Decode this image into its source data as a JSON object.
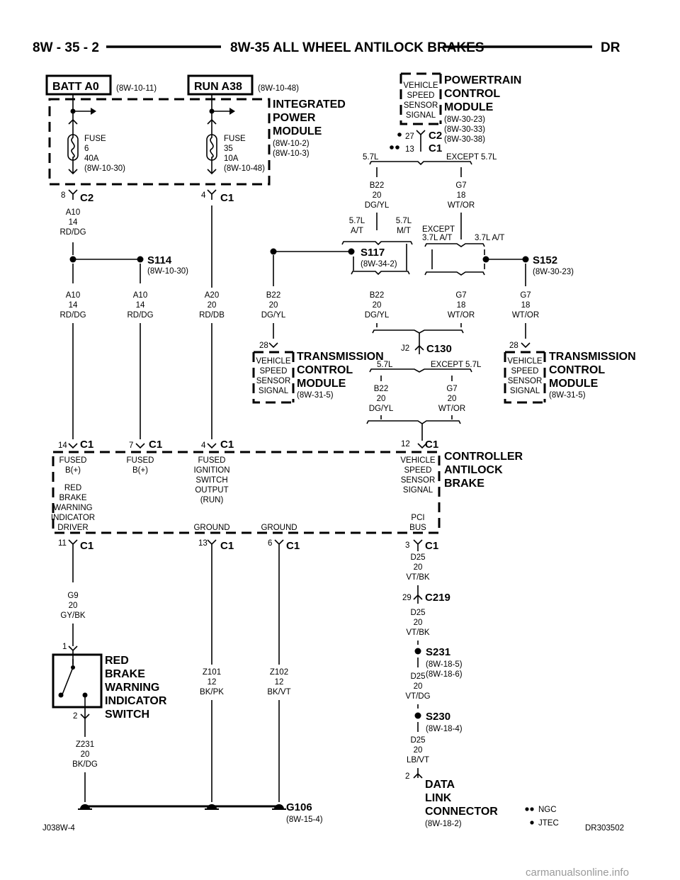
{
  "header": {
    "left": "8W - 35 - 2",
    "title": "8W-35 ALL WHEEL ANTILOCK BRAKES",
    "right": "DR"
  },
  "footer": {
    "left": "J038W-4",
    "right": "DR303502",
    "watermark": "carmanualsonline.info"
  },
  "legend": {
    "ngc": "NGC",
    "jtec": "JTEC"
  },
  "sources": {
    "batt": {
      "label": "BATT A0",
      "ref": "(8W-10-11)"
    },
    "run": {
      "label": "RUN A38",
      "ref": "(8W-10-48)"
    }
  },
  "ipm": {
    "title": [
      "INTEGRATED",
      "POWER",
      "MODULE"
    ],
    "refs": [
      "(8W-10-2)",
      "(8W-10-3)"
    ],
    "fuse6": [
      "FUSE",
      "6",
      "40A",
      "(8W-10-30)"
    ],
    "fuse35": [
      "FUSE",
      "35",
      "10A",
      "(8W-10-48)"
    ],
    "pin8": "8",
    "c2": "C2",
    "pin4": "4",
    "c1": "C1"
  },
  "pcm": {
    "box": [
      "VEHICLE",
      "SPEED",
      "SENSOR",
      "SIGNAL"
    ],
    "title": [
      "POWERTRAIN",
      "CONTROL",
      "MODULE"
    ],
    "refs": [
      "(8W-30-23)",
      "(8W-30-33)",
      "(8W-30-38)"
    ],
    "pin27": "27",
    "pin13": "13",
    "c2": "C2",
    "c1": "C1",
    "split_left": "5.7L",
    "split_right": "EXCEPT 5.7L"
  },
  "wires": {
    "a10_top": [
      "A10",
      "14",
      "RD/DG"
    ],
    "a10_l": [
      "A10",
      "14",
      "RD/DG"
    ],
    "a10_r": [
      "A10",
      "14",
      "RD/DG"
    ],
    "a20": [
      "A20",
      "20",
      "RD/DB"
    ],
    "b22_pcm": [
      "B22",
      "20",
      "DG/YL"
    ],
    "g7_pcm": [
      "G7",
      "18",
      "WT/OR"
    ],
    "b22_left": [
      "B22",
      "20",
      "DG/YL"
    ],
    "b22_mid": [
      "B22",
      "20",
      "DG/YL"
    ],
    "g7_mid": [
      "G7",
      "18",
      "WT/OR"
    ],
    "g7_right": [
      "G7",
      "18",
      "WT/OR"
    ],
    "b22_c130": [
      "B22",
      "20",
      "DG/YL"
    ],
    "g7_c130": [
      "G7",
      "20",
      "WT/OR"
    ],
    "g9": [
      "G9",
      "20",
      "GY/BK"
    ],
    "z101": [
      "Z101",
      "12",
      "BK/PK"
    ],
    "z102": [
      "Z102",
      "12",
      "BK/VT"
    ],
    "z231": [
      "Z231",
      "20",
      "BK/DG"
    ],
    "d25_a": [
      "D25",
      "20",
      "VT/BK"
    ],
    "d25_b": [
      "D25",
      "20",
      "VT/BK"
    ],
    "d25_c": [
      "D25",
      "20",
      "VT/DG"
    ],
    "d25_d": [
      "D25",
      "20",
      "LB/VT"
    ]
  },
  "splices": {
    "s114": {
      "label": "S114",
      "ref": "(8W-10-30)"
    },
    "s117": {
      "label": "S117",
      "ref": "(8W-34-2)",
      "opt_l": [
        "5.7L",
        "A/T"
      ],
      "opt_r": [
        "5.7L",
        "M/T"
      ]
    },
    "s152": {
      "label": "S152",
      "ref": "(8W-30-23)"
    },
    "s231": {
      "label": "S231",
      "refs": [
        "(8W-18-5)",
        "(8W-18-6)"
      ]
    },
    "s230": {
      "label": "S230",
      "ref": "(8W-18-4)"
    },
    "except37": [
      "EXCEPT",
      "3.7L A/T"
    ],
    "at37": "3.7L A/T"
  },
  "tcm_left": {
    "pin": "28",
    "box": [
      "VEHICLE",
      "SPEED",
      "SENSOR",
      "SIGNAL"
    ],
    "title": [
      "TRANSMISSION",
      "CONTROL",
      "MODULE"
    ],
    "ref": "(8W-31-5)"
  },
  "tcm_right": {
    "pin": "28",
    "box": [
      "VEHICLE",
      "SPEED",
      "SENSOR",
      "SIGNAL"
    ],
    "title": [
      "TRANSMISSION",
      "CONTROL",
      "MODULE"
    ],
    "ref": "(8W-31-5)"
  },
  "c130": {
    "label": "C130",
    "pin": "J2",
    "left": "5.7L",
    "right": "EXCEPT 5.7L"
  },
  "cab": {
    "title": [
      "CONTROLLER",
      "ANTILOCK",
      "BRAKE"
    ],
    "c1": "C1",
    "pins_top": [
      "14",
      "7",
      "4",
      "12"
    ],
    "pins_bottom": [
      "11",
      "13",
      "6",
      "3"
    ],
    "fused_bplus_1": [
      "FUSED",
      "B(+)"
    ],
    "fused_bplus_2": [
      "FUSED",
      "B(+)"
    ],
    "fused_ign": [
      "FUSED",
      "IGNITION",
      "SWITCH",
      "OUTPUT",
      "(RUN)"
    ],
    "vss": [
      "VEHICLE",
      "SPEED",
      "SENSOR",
      "SIGNAL"
    ],
    "red_brake": [
      "RED",
      "BRAKE",
      "WARNING",
      "INDICATOR",
      "DRIVER"
    ],
    "ground1": "GROUND",
    "ground2": "GROUND",
    "pci": [
      "PCI",
      "BUS"
    ]
  },
  "c219": {
    "label": "C219",
    "pin": "29"
  },
  "switch": {
    "title": [
      "RED",
      "BRAKE",
      "WARNING",
      "INDICATOR",
      "SWITCH"
    ],
    "pin1": "1",
    "pin2": "2"
  },
  "dlc": {
    "pin": "2",
    "title": [
      "DATA",
      "LINK",
      "CONNECTOR"
    ],
    "ref": "(8W-18-2)"
  },
  "ground": {
    "label": "G106",
    "ref": "(8W-15-4)"
  }
}
